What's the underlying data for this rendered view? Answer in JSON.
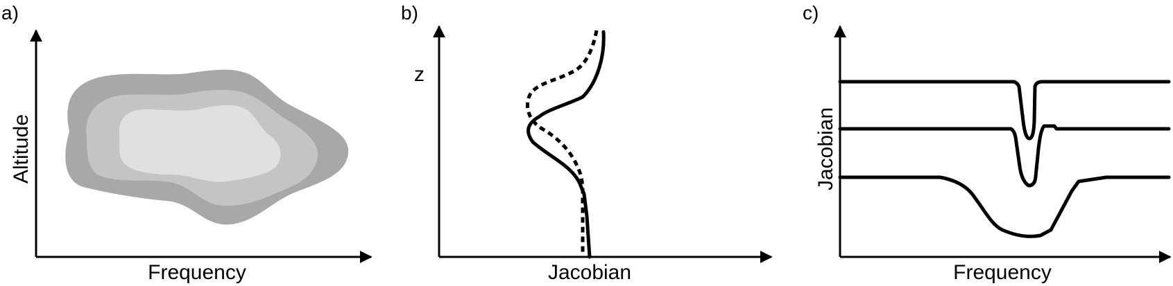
{
  "panels": {
    "a": {
      "label": "a)",
      "xlabel": "Frequency",
      "ylabel": "Altitude"
    },
    "b": {
      "label": "b)",
      "xlabel": "Jacobian",
      "ylabel": "z"
    },
    "c": {
      "label": "c)",
      "xlabel": "Frequency",
      "ylabel": "Jacobian"
    }
  },
  "colors": {
    "outer_region": "#a8a8a8",
    "middle_region": "#c4c4c4",
    "inner_region": "#e0e0e0",
    "line": "#000000"
  }
}
